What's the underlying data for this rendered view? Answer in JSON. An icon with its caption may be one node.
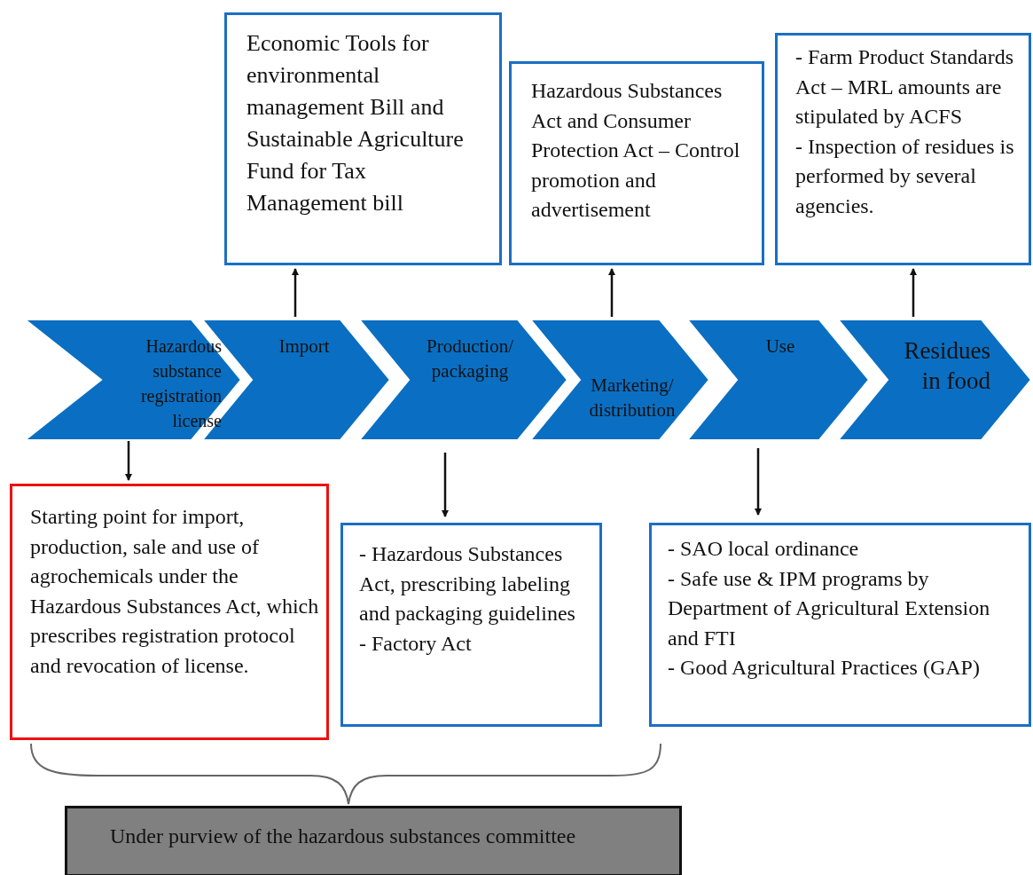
{
  "diagram": {
    "nodes": [
      {
        "text": [
          "Hazardous substance registration license"
        ]
      },
      {
        "text": [
          "Import"
        ]
      },
      {
        "text": [
          "Production/ packaging"
        ]
      },
      {
        "text": [
          "Marketing/ distribution"
        ]
      },
      {
        "text": [
          "Use"
        ]
      },
      {
        "text": [
          "Residues in food"
        ]
      },
      {
        "text": [
          "Economic Tools for environmental management Bill and Sustainable Agriculture Fund for Tax Management bill"
        ]
      },
      {
        "text": [
          "Hazardous Substances Act and Consumer Protection Act – Control promotion and advertisement"
        ]
      },
      {
        "text": [
          "- Farm Product Standards Act – MRL amounts are stipulated by ACFS",
          "- Inspection of residues is performed by several agencies."
        ]
      },
      {
        "text": [
          "Starting point for import, production, sale and use of agrochemicals under the Hazardous Substances Act, which prescribes registration protocol and revocation of license."
        ]
      },
      {
        "text": [
          "- Hazardous Substances Act, prescribing labeling and packaging guidelines",
          "- Factory Act"
        ]
      },
      {
        "text": [
          "- SAO local ordinance",
          "- Safe use & IPM programs by Department of Agricultural Extension and FTI",
          "- Good Agricultural Practices (GAP)"
        ]
      },
      {
        "text": [
          "Under purview of the hazardous substances committee"
        ]
      }
    ],
    "edges": [
      {
        "from": 1,
        "to": 6,
        "arrow": "to"
      },
      {
        "from": 3,
        "to": 7,
        "arrow": "to"
      },
      {
        "from": 5,
        "to": 8,
        "arrow": "to"
      },
      {
        "from": 0,
        "to": 9,
        "arrow": "to"
      },
      {
        "from": 2,
        "to": 10,
        "arrow": "to"
      },
      {
        "from": 4,
        "to": 11,
        "arrow": "to"
      }
    ]
  }
}
